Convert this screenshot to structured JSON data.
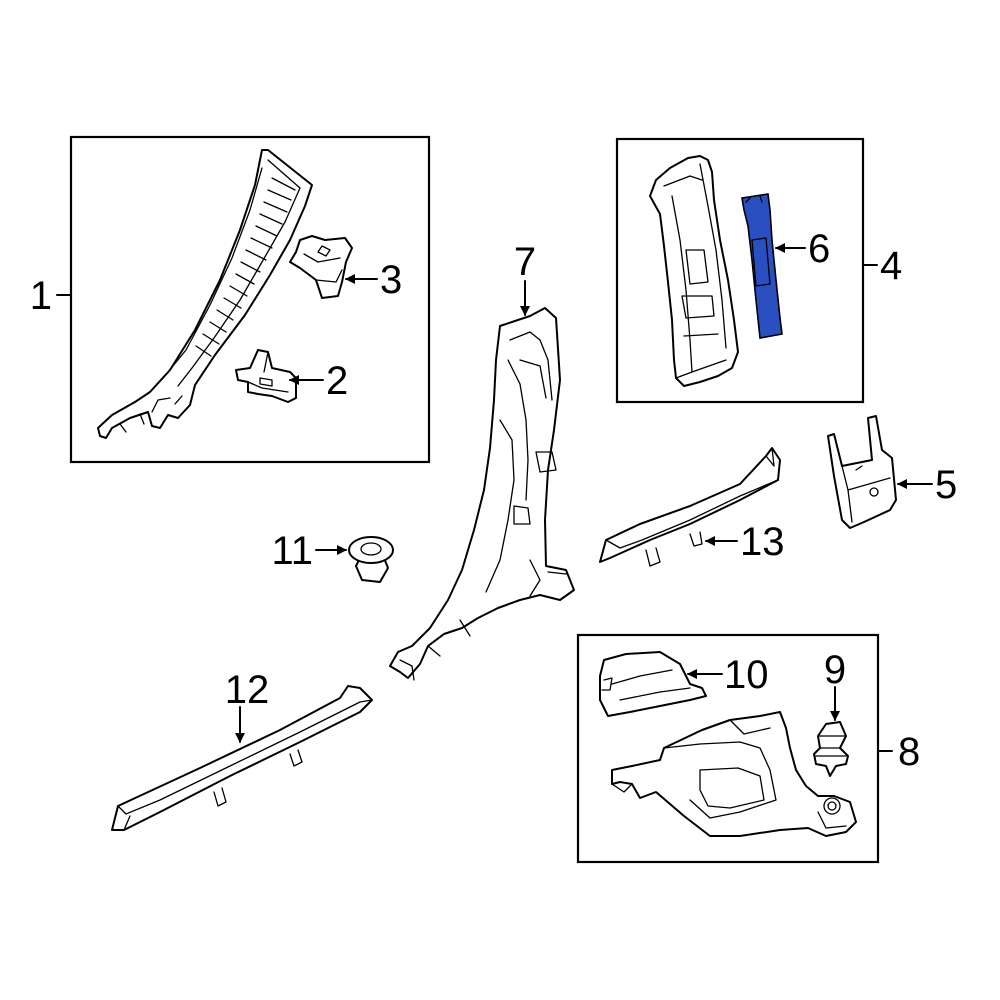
{
  "diagram": {
    "highlight_color": "#2a4fc0",
    "callouts": {
      "c1": "1",
      "c2": "2",
      "c3": "3",
      "c4": "4",
      "c5": "5",
      "c6": "6",
      "c7": "7",
      "c8": "8",
      "c9": "9",
      "c10": "10",
      "c11": "11",
      "c12": "12",
      "c13": "13"
    }
  }
}
